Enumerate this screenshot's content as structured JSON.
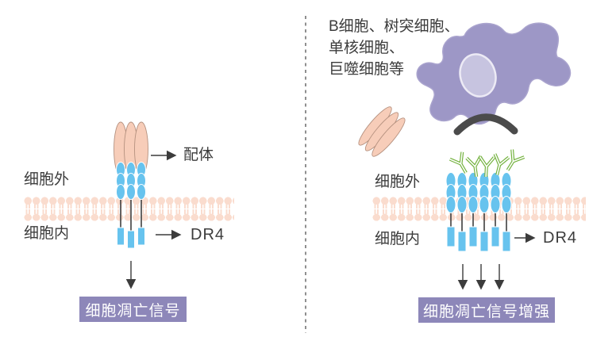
{
  "diagram": {
    "left_panel": {
      "extracellular_label": "细胞外",
      "intracellular_label": "细胞内",
      "ligand_label": "配体",
      "receptor_label": "DR4",
      "signal_label": "细胞凋亡信号"
    },
    "right_panel": {
      "cell_types": [
        "B细胞、树突细胞、",
        "单核细胞、",
        "巨噬细胞等"
      ],
      "extracellular_label": "细胞外",
      "intracellular_label": "细胞内",
      "receptor_label": "DR4",
      "signal_label": "细胞凋亡信号增强"
    },
    "colors": {
      "ligand_fill": "#f7cdb9",
      "membrane": "#fadcce",
      "receptor_blue": "#67c3ee",
      "antibody_green": "#74b23f",
      "immune_cell_purple": "#9d97c6",
      "nucleus_fill": "#c7c4e0",
      "contact_arc": "#4b4b4b",
      "signal_box": "#8d87b9",
      "text": "#3c3c3c"
    },
    "icons": {
      "ligand_trimer": "three-oval-trimer",
      "receptor_chain": "beaded-transmembrane-receptor",
      "antibody": "green-Y-shape",
      "immune_cell": "amoeboid-blob",
      "pointer_arrow": "→",
      "signal_arrow": "↓"
    }
  }
}
